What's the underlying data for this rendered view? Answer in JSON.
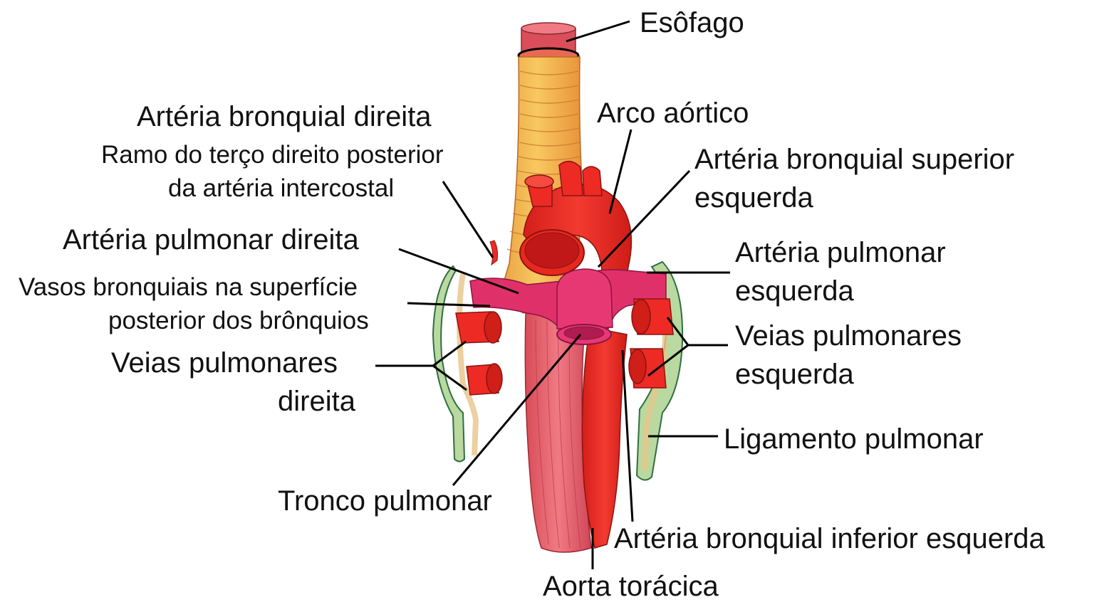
{
  "labels": {
    "esofago": "Esôfago",
    "arco_aortico": "Arco aórtico",
    "arteria_bronquial_direita": "Artéria bronquial direita",
    "ramo_line1": "Ramo do terço direito posterior",
    "ramo_line2": "da artéria intercostal",
    "arteria_bronquial_superior_esq_line1": "Artéria bronquial superior",
    "arteria_bronquial_superior_esq_line2": "esquerda",
    "arteria_pulmonar_direita": "Artéria pulmonar direita",
    "arteria_pulmonar_esq_line1": "Artéria pulmonar",
    "arteria_pulmonar_esq_line2": "esquerda",
    "vasos_line1": "Vasos bronquiais na superfície",
    "vasos_line2": "posterior dos brônquios",
    "veias_pulm_esq_line1": "Veias pulmonares",
    "veias_pulm_esq_line2": "esquerda",
    "veias_pulm_dir_line1": "Veias pulmonares",
    "veias_pulm_dir_line2": "direita",
    "ligamento_pulmonar": "Ligamento pulmonar",
    "tronco_pulmonar": "Tronco pulmonar",
    "arteria_bronquial_inferior_esq": "Artéria bronquial inferior esquerda",
    "aorta_toracica": "Aorta torácica"
  },
  "colors": {
    "esophagus_upper": "#e05a5a",
    "esophagus_band": "#f2a64a",
    "aorta": "#ee2a24",
    "pulmonary": "#e0306a",
    "esophagus_muscle": "#e8636e",
    "pleura": "#b9d9a0",
    "pleura_edge": "#4d8f5a",
    "bronchus": "#f3e6b3"
  }
}
